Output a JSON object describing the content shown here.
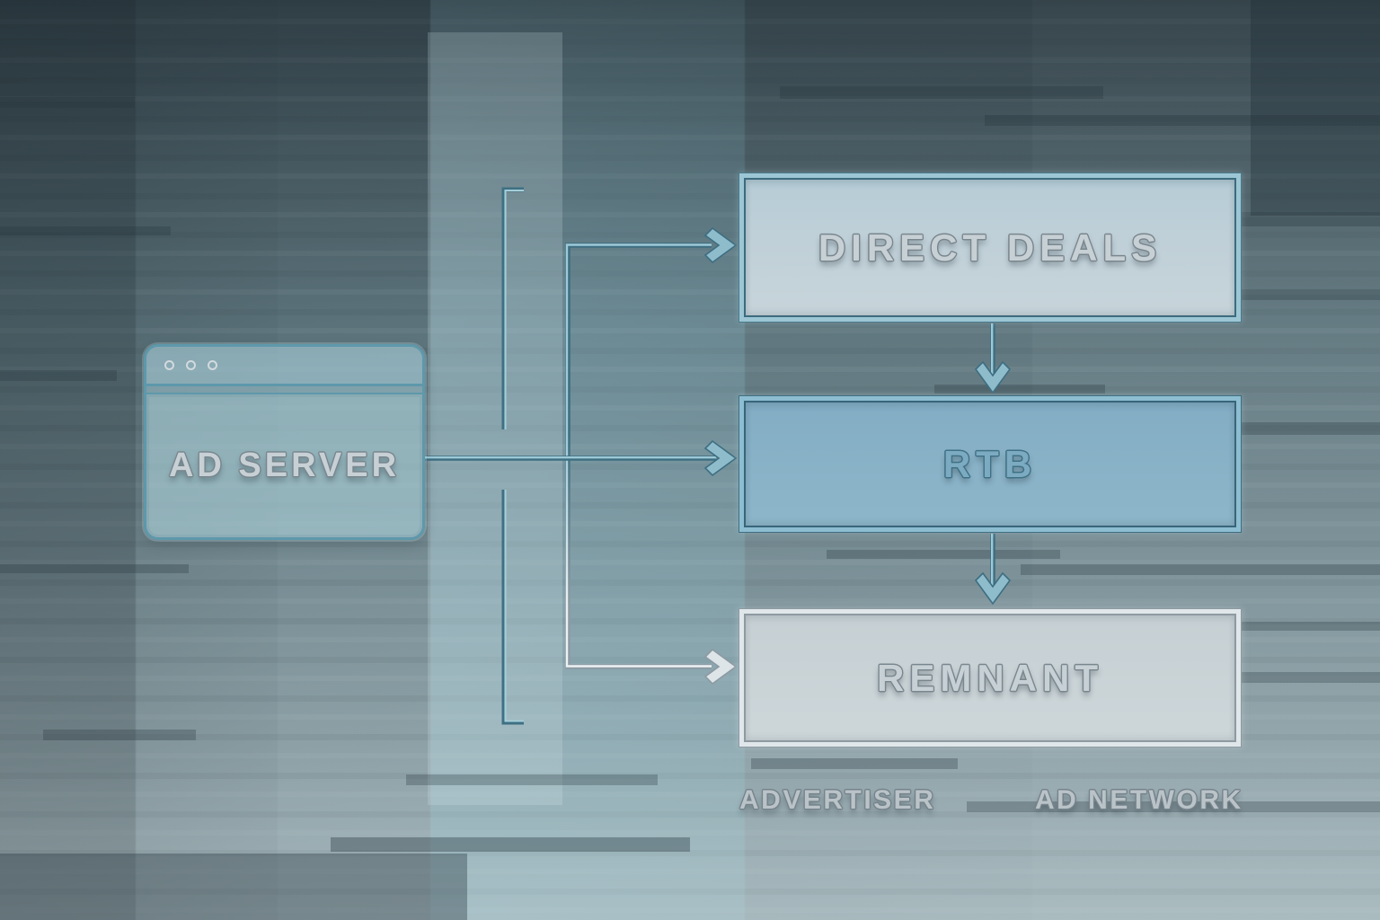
{
  "diagram": {
    "ad_server": {
      "label": "AD SERVER"
    },
    "nodes": [
      {
        "id": "direct-deals",
        "label": "DIRECT DEALS"
      },
      {
        "id": "rtb",
        "label": "RTB"
      },
      {
        "id": "remnant",
        "label": "REMNANT"
      }
    ],
    "footnotes": [
      {
        "id": "advertiser",
        "label": "ADVERTISER"
      },
      {
        "id": "ad-network",
        "label": "AD NETWORK"
      }
    ],
    "colors": {
      "line_teal": "#7fb2c3",
      "line_dark": "#3d6e81",
      "line_light": "#dde5e8",
      "panel_border_teal": "#4a7b8d",
      "panel_fill_light": "#c0d0d8",
      "rtb_fill": "#88b1c6",
      "remnant_fill": "#c9d3d7",
      "text_light": "#c7d0d5",
      "text_blue": "#7cabc1",
      "background_dark": "#42525a",
      "background_light": "#9cafb4"
    }
  }
}
